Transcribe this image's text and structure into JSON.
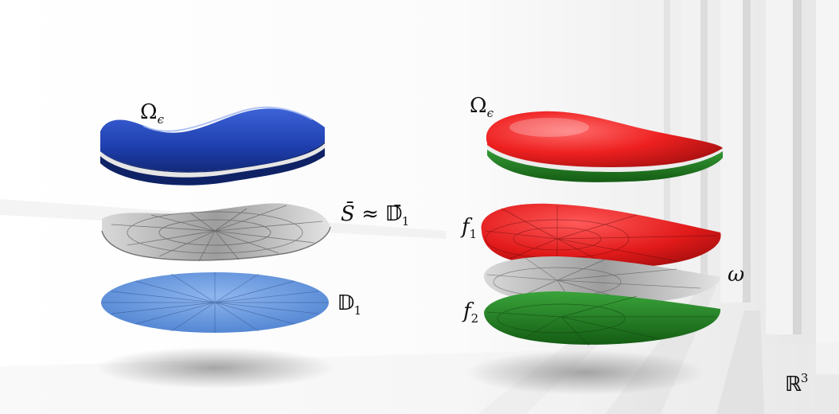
{
  "labels": {
    "omega_eps_left": {
      "base": "Ω",
      "sub": "ϵ"
    },
    "s_bar_approx": {
      "s": "S̄",
      "approx": "≈",
      "d": "𝔻̄",
      "sub": "1"
    },
    "disk_d1": {
      "base": "𝔻",
      "sub": "1"
    },
    "omega_eps_right": {
      "base": "Ω",
      "sub": "ϵ"
    },
    "f1": {
      "base": "f",
      "sub": "1"
    },
    "omega_small": {
      "base": "ω"
    },
    "f2": {
      "base": "f",
      "sub": "2"
    },
    "r3": {
      "base": "ℝ",
      "sup": "3"
    }
  },
  "colors": {
    "blue_shell": "#1f3fb0",
    "red_shell": "#e81d1d",
    "green_shell": "#1e7d1e",
    "gray_surface": "#bdbdbd",
    "light_blue_disk": "#5b8fd9"
  }
}
